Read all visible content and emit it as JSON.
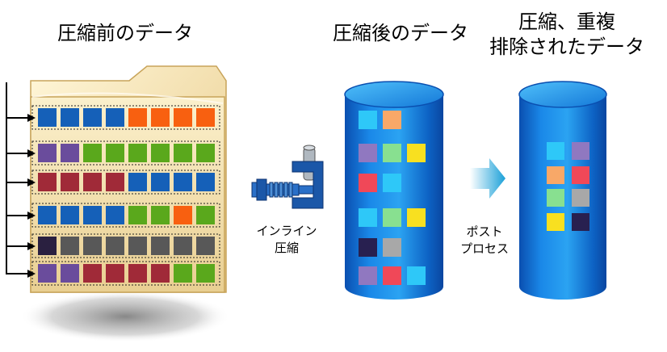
{
  "headings": {
    "before": "圧縮前のデータ",
    "after_compress": "圧縮後のデータ",
    "after_dedupe_line1": "圧縮、重複",
    "after_dedupe_line2": "排除されたデータ"
  },
  "captions": {
    "inline_line1": "インライン",
    "inline_line2": "圧縮",
    "post_line1": "ポスト",
    "post_line2": "プロセス"
  },
  "colors": {
    "blue": "#1560b8",
    "orange": "#f86010",
    "purple": "#6a4c9c",
    "green": "#5aa81c",
    "red": "#a02a38",
    "dark": "#2a2040",
    "gray": "#585858",
    "cyl_cyan": "#2ec8f8",
    "cyl_peach": "#f8a868",
    "cyl_purple": "#9078c0",
    "cyl_green": "#88e090",
    "cyl_yellow": "#f8e020",
    "cyl_red": "#f04858",
    "cyl_dark": "#282050",
    "cyl_gray": "#a8a8a8"
  },
  "folder_rows": [
    [
      "blue",
      "blue",
      "blue",
      "blue",
      "orange",
      "orange",
      "orange",
      "orange"
    ],
    [
      "purple",
      "purple",
      "green",
      "green",
      "green",
      "green",
      "green",
      "green"
    ],
    [
      "red",
      "red",
      "red",
      "red",
      "blue",
      "blue",
      "blue",
      "blue"
    ],
    [
      "blue",
      "blue",
      "blue",
      "blue",
      "green",
      "green",
      "orange",
      "green"
    ],
    [
      "dark",
      "gray",
      "gray",
      "gray",
      "gray",
      "gray",
      "gray",
      "gray"
    ],
    [
      "purple",
      "purple",
      "red",
      "red",
      "red",
      "red",
      "green",
      "green"
    ]
  ],
  "compressed_blocks": [
    [
      "cyl_cyan",
      "cyl_peach"
    ],
    [
      "cyl_purple",
      "cyl_green",
      "cyl_yellow"
    ],
    [
      "cyl_red",
      "cyl_cyan"
    ],
    [
      "cyl_cyan",
      "cyl_green",
      "cyl_yellow"
    ],
    [
      "cyl_dark",
      "cyl_gray"
    ],
    [
      "cyl_purple",
      "cyl_red",
      "cyl_cyan"
    ]
  ],
  "deduped_blocks": [
    [
      "cyl_cyan",
      "cyl_purple"
    ],
    [
      "cyl_peach",
      "cyl_red"
    ],
    [
      "cyl_green",
      "cyl_gray"
    ],
    [
      "cyl_yellow",
      "cyl_dark"
    ]
  ]
}
